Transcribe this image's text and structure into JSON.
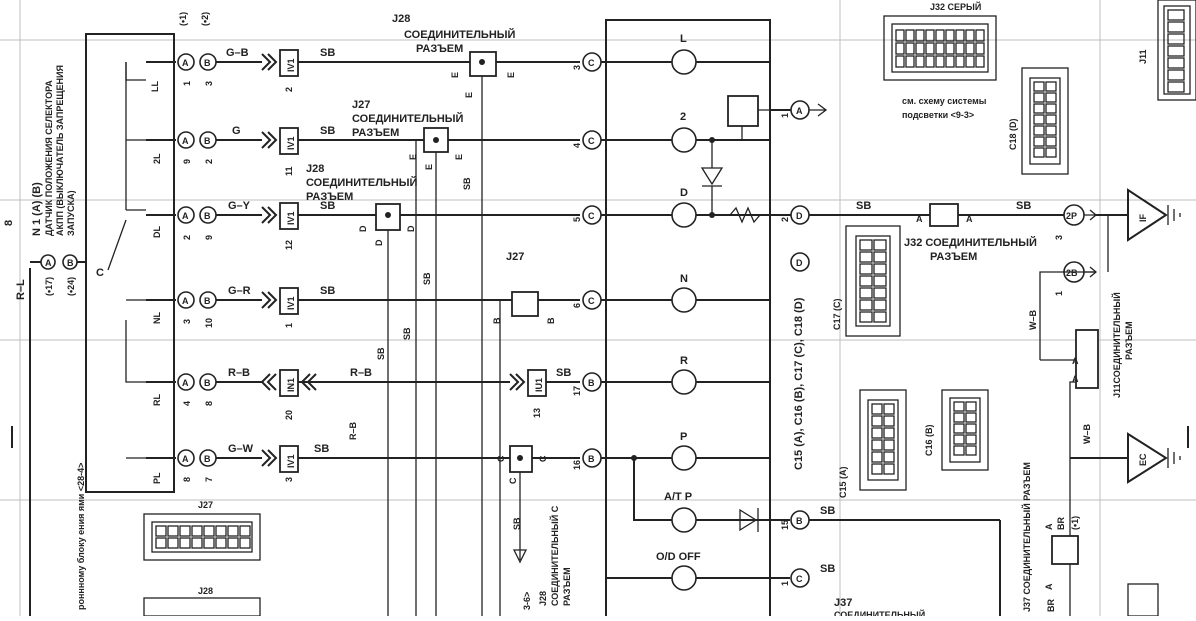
{
  "page_number": "8",
  "selector": {
    "title_line1": "N 1 (A) (B)",
    "title_line2": "ДАТЧИК ПОЛОЖЕНИЯ СЕЛЕКТОРА",
    "title_line3": "АКПП (ВЫКЛЮЧАТЕЛЬ ЗАПРЕЩЕНИЯ",
    "title_line4": "ЗАПУСКА)",
    "variant_a": "(•17)",
    "variant_b": "(•24)",
    "variant_a2": "(•1)",
    "variant_b2": "(•2)",
    "supply_wire": "R–L",
    "common_pin": "C",
    "positions": [
      "LL",
      "2L",
      "DL",
      "NL",
      "RL",
      "PL"
    ]
  },
  "pins_a": [
    "1",
    "9",
    "2",
    "3",
    "4",
    "8"
  ],
  "pins_b": [
    "3",
    "2",
    "9",
    "10",
    "8",
    "7"
  ],
  "wire_colors": [
    "G–B",
    "G",
    "G–Y",
    "G–R",
    "R–B",
    "G–W"
  ],
  "inline_connectors": [
    "IV1",
    "IV1",
    "IV1",
    "IV1",
    "IN1",
    "IV1"
  ],
  "inline_pins": [
    "2",
    "11",
    "12",
    "1",
    "20",
    "3"
  ],
  "iu1": {
    "label": "IU1",
    "pin": "13"
  },
  "sb": "SB",
  "r_b": "R–B",
  "w_b": "W–B",
  "br": "BR",
  "connectors": {
    "j28_top": "J28 СОЕДИНИТЕЛЬНЫЙ РАЗЪЕМ",
    "j27": "J27 СОЕДИНИТЕЛЬНЫЙ РАЗЪЕМ",
    "j28_mid": "J28 СОЕДИНИТЕЛЬНЫЙ РАЗЪЕМ",
    "j27_mid": "J27",
    "j28_low": "J28 СОЕДИНИТЕЛЬНЫЙ С РАЗЪЕМ",
    "j32": "J32 СОЕДИНИТЕЛЬНЫЙ РАЗЪЕМ",
    "j11": "J11СОЕДИНИТЕЛЬНЫЙ РАЗЪЕМ",
    "j37": "J37",
    "j37_side": "J37 СОЕДИНИТЕЛЬНЫЙ РАЗЪЕМ",
    "j32_grey": "J32 СЕРЫЙ",
    "j27_small": "J27",
    "j28_small": "J28",
    "j11_small": "J11",
    "pin_e": "E",
    "pin_d": "D",
    "pin_b": "B",
    "pin_c": "C",
    "pin_a": "A"
  },
  "lamps": [
    "L",
    "2",
    "D",
    "N",
    "R",
    "P",
    "A/T P",
    "O/D OFF"
  ],
  "meter_pins": [
    {
      "num": "3",
      "letter": "C"
    },
    {
      "num": "4",
      "letter": "C"
    },
    {
      "num": "5",
      "letter": "C"
    },
    {
      "num": "6",
      "letter": "C"
    },
    {
      "num": "17",
      "letter": "B"
    },
    {
      "num": "16",
      "letter": "B"
    },
    {
      "num": "15",
      "letter": "B"
    },
    {
      "num": "1",
      "letter": "C"
    }
  ],
  "right_pins": [
    {
      "num": "1",
      "letter": "A"
    },
    {
      "num": "2",
      "letter": "D"
    }
  ],
  "meter_connectors_text": "C15 (A), C16 (B), C17 (C), C18 (D)",
  "illumination_note_1": "см. схему системы",
  "illumination_note_2": "подсветки <9-3>",
  "ground_pins": [
    {
      "num": "3",
      "label": "2P"
    },
    {
      "num": "1",
      "label": "2B"
    }
  ],
  "grounds": [
    "IF",
    "EC"
  ],
  "harness_labels": [
    "C18 (D)",
    "C17 (C)",
    "C15 (A)",
    "C16 (B)"
  ],
  "left_note": "роннному блоку ения ями <28-4>",
  "arrow_ref": "3-6>",
  "variant_c": "(•1)"
}
